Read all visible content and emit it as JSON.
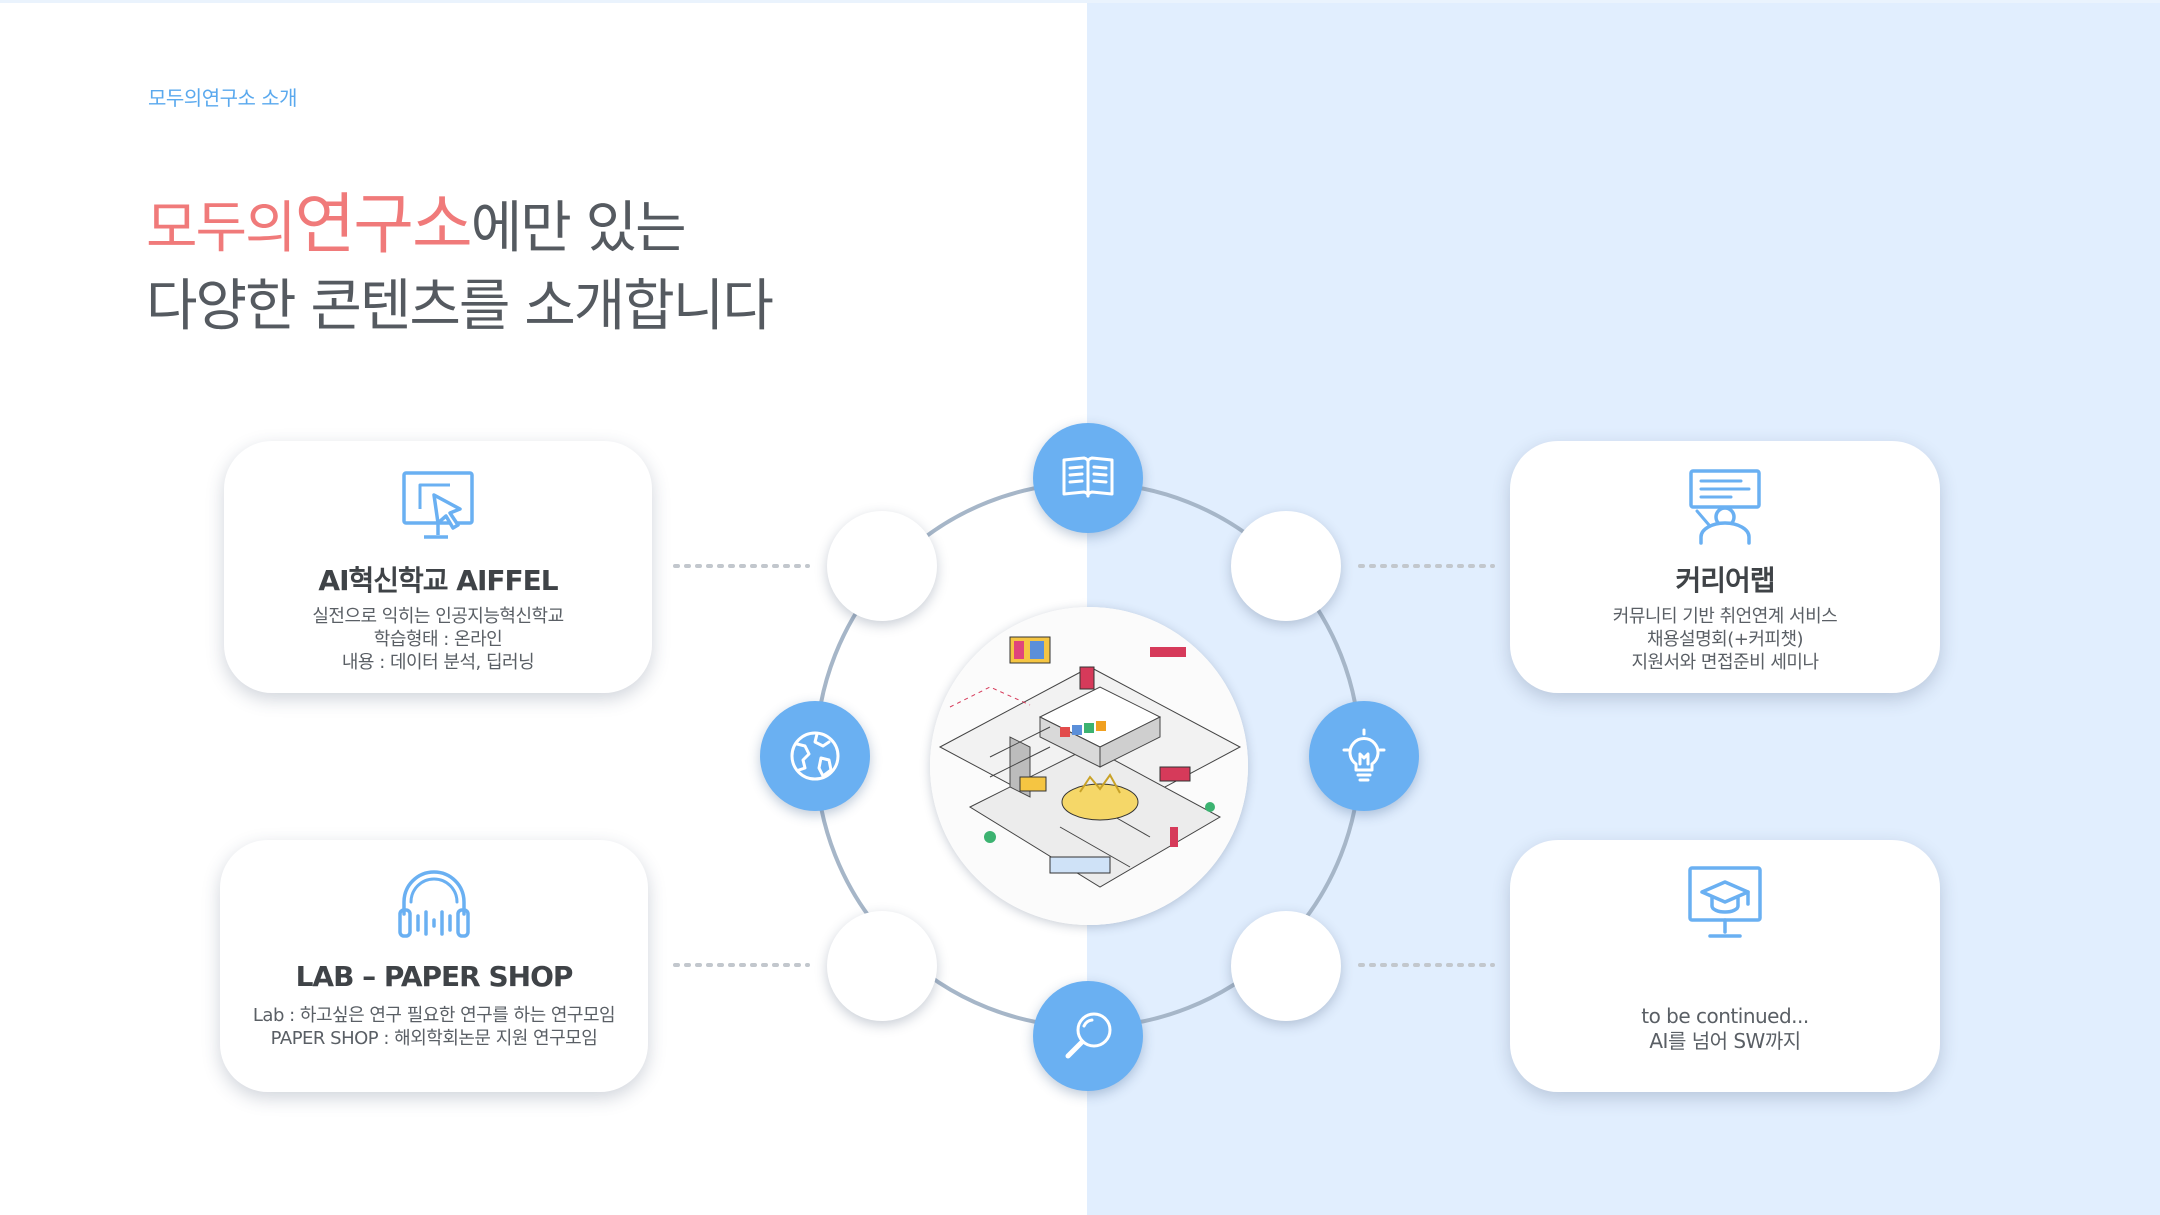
{
  "kicker": "모두의연구소 소개",
  "headline": {
    "accent_part1": "모두의",
    "accent_part2": "연구소",
    "line1_rest": "에만 있는",
    "line2": "다양한 콘텐츠를 소개합니다"
  },
  "cards": {
    "aiffel": {
      "icon": "monitor-cursor-icon",
      "title": "AI혁신학교 AIFFEL",
      "desc": [
        "실전으로 익히는 인공지능혁신학교",
        "학습형태 : 온라인",
        "내용 : 데이터 분석, 딥러닝"
      ]
    },
    "lab": {
      "icon": "headphones-icon",
      "title": "LAB – PAPER SHOP",
      "desc": [
        "Lab : 하고싶은 연구 필요한 연구를 하는 연구모임",
        "PAPER SHOP : 해외학회논문 지원 연구모임"
      ]
    },
    "career": {
      "icon": "presenter-icon",
      "title": "커리어랩",
      "desc": [
        "커뮤니티 기반 취언연계 서비스",
        "채용설명회(+커피챗)",
        "지원서와 면접준비 세미나"
      ]
    },
    "continued": {
      "icon": "monitor-graduation-icon",
      "desc": [
        "to be continued...",
        "AI를 넘어 SW까지"
      ]
    }
  },
  "nodes": [
    "book-icon",
    "globe-icon",
    "lightbulb-icon",
    "magnifier-icon"
  ],
  "center_image": "isometric-lab-illustration",
  "colors": {
    "accent": "#f07a7a",
    "blue": "#6ab0f2",
    "kicker": "#5aa9ee",
    "bg_right": "#e1eefe"
  }
}
